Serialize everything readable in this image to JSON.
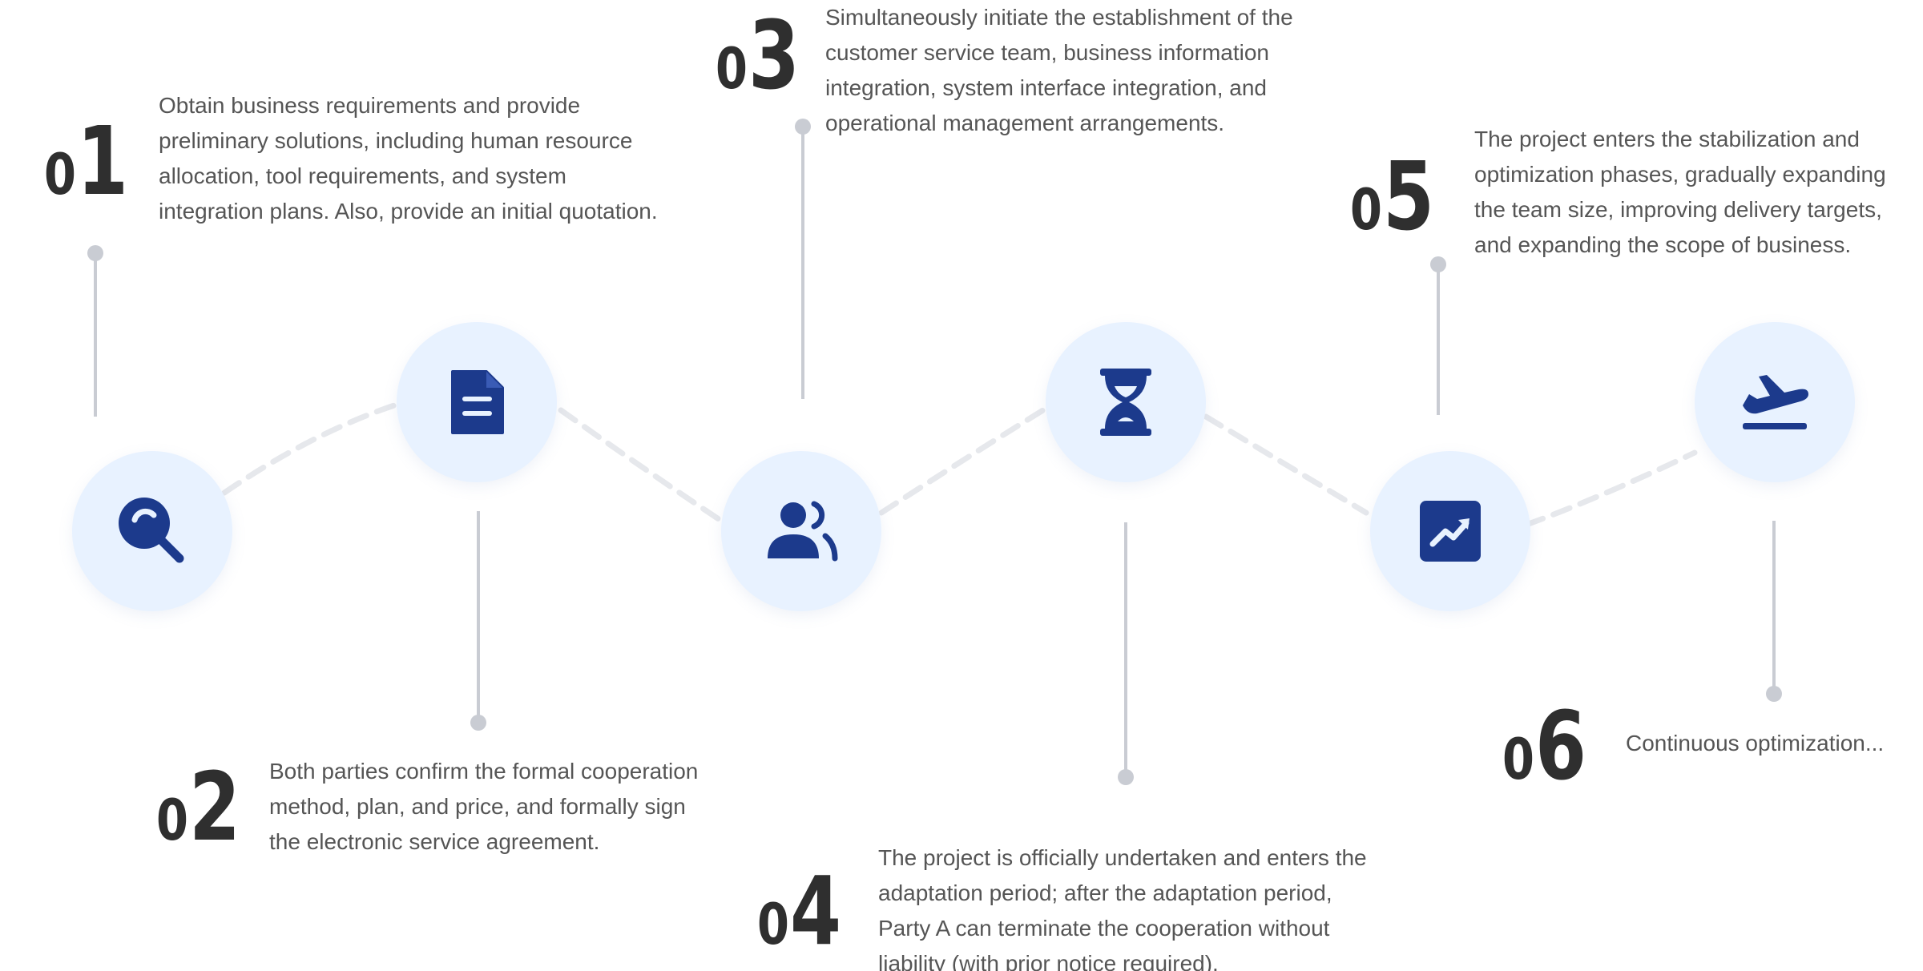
{
  "steps": [
    {
      "num_prefix": "0",
      "num_digit": "1",
      "text": "Obtain business requirements and provide\npreliminary solutions, including human resource\nallocation, tool requirements, and system\nintegration plans. Also, provide an initial quotation.",
      "icon": "search-icon"
    },
    {
      "num_prefix": "0",
      "num_digit": "2",
      "text": "Both parties confirm the formal cooperation\nmethod, plan, and price, and formally sign\nthe electronic service agreement.",
      "icon": "document-icon"
    },
    {
      "num_prefix": "0",
      "num_digit": "3",
      "text": "Simultaneously initiate the establishment of the\ncustomer service team, business information\nintegration, system interface integration, and\noperational management arrangements.",
      "icon": "team-icon"
    },
    {
      "num_prefix": "0",
      "num_digit": "4",
      "text": "The project is officially undertaken and enters the\nadaptation period; after the adaptation period,\nParty A can terminate the cooperation without\nliability (with prior notice required).",
      "icon": "hourglass-icon"
    },
    {
      "num_prefix": "0",
      "num_digit": "5",
      "text": "The project enters the stabilization and\noptimization phases, gradually expanding\nthe team size, improving delivery targets,\nand expanding the scope of business.",
      "icon": "trend-up-icon"
    },
    {
      "num_prefix": "0",
      "num_digit": "6",
      "text": "Continuous optimization...",
      "icon": "airplane-takeoff-icon"
    }
  ],
  "colors": {
    "icon": "#1c3a8c",
    "circle": "#e8f2ff",
    "connector": "#c9ccd3",
    "dash": "#e6e8ec",
    "number": "#2f2f2f",
    "text": "#555555"
  }
}
